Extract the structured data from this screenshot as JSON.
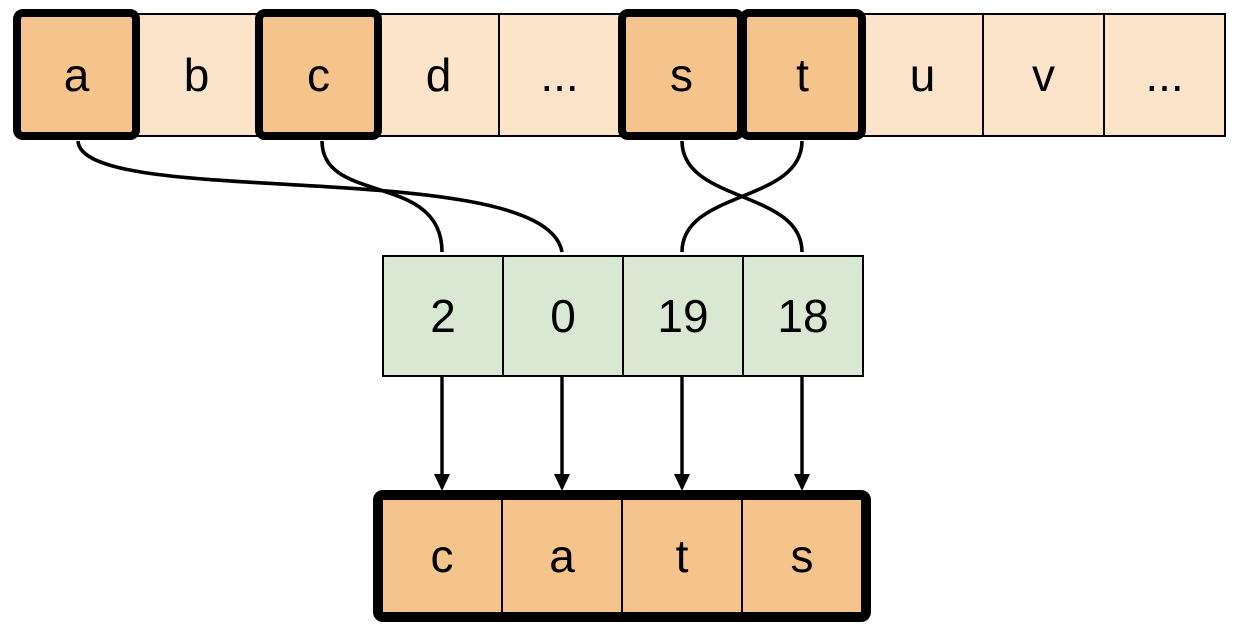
{
  "alphabet_row": {
    "description": "array of alphabet letters",
    "cells": [
      {
        "label": "a",
        "highlighted": true
      },
      {
        "label": "b",
        "highlighted": false
      },
      {
        "label": "c",
        "highlighted": true
      },
      {
        "label": "d",
        "highlighted": false
      },
      {
        "label": "...",
        "highlighted": false
      },
      {
        "label": "s",
        "highlighted": true
      },
      {
        "label": "t",
        "highlighted": true
      },
      {
        "label": "u",
        "highlighted": false
      },
      {
        "label": "v",
        "highlighted": false
      },
      {
        "label": "...",
        "highlighted": false
      }
    ]
  },
  "index_row": {
    "description": "array of numeric indices",
    "cells": [
      {
        "label": "2"
      },
      {
        "label": "0"
      },
      {
        "label": "19"
      },
      {
        "label": "18"
      }
    ]
  },
  "output_row": {
    "description": "resulting word spelled from indexed letters",
    "cells": [
      {
        "label": "c"
      },
      {
        "label": "a"
      },
      {
        "label": "t"
      },
      {
        "label": "s"
      }
    ]
  },
  "connections": {
    "curves": [
      {
        "from": "a",
        "to": "0"
      },
      {
        "from": "c",
        "to": "2"
      },
      {
        "from": "s",
        "to": "18"
      },
      {
        "from": "t",
        "to": "19"
      }
    ],
    "arrows": [
      {
        "from": "2",
        "to": "c"
      },
      {
        "from": "0",
        "to": "a"
      },
      {
        "from": "19",
        "to": "t"
      },
      {
        "from": "18",
        "to": "s"
      }
    ]
  },
  "colors": {
    "highlight_fill": "#F5C38C",
    "normal_fill": "#FCE4CB",
    "index_fill": "#D8E8D2",
    "line": "#000000",
    "background": "#FFFFFF"
  }
}
